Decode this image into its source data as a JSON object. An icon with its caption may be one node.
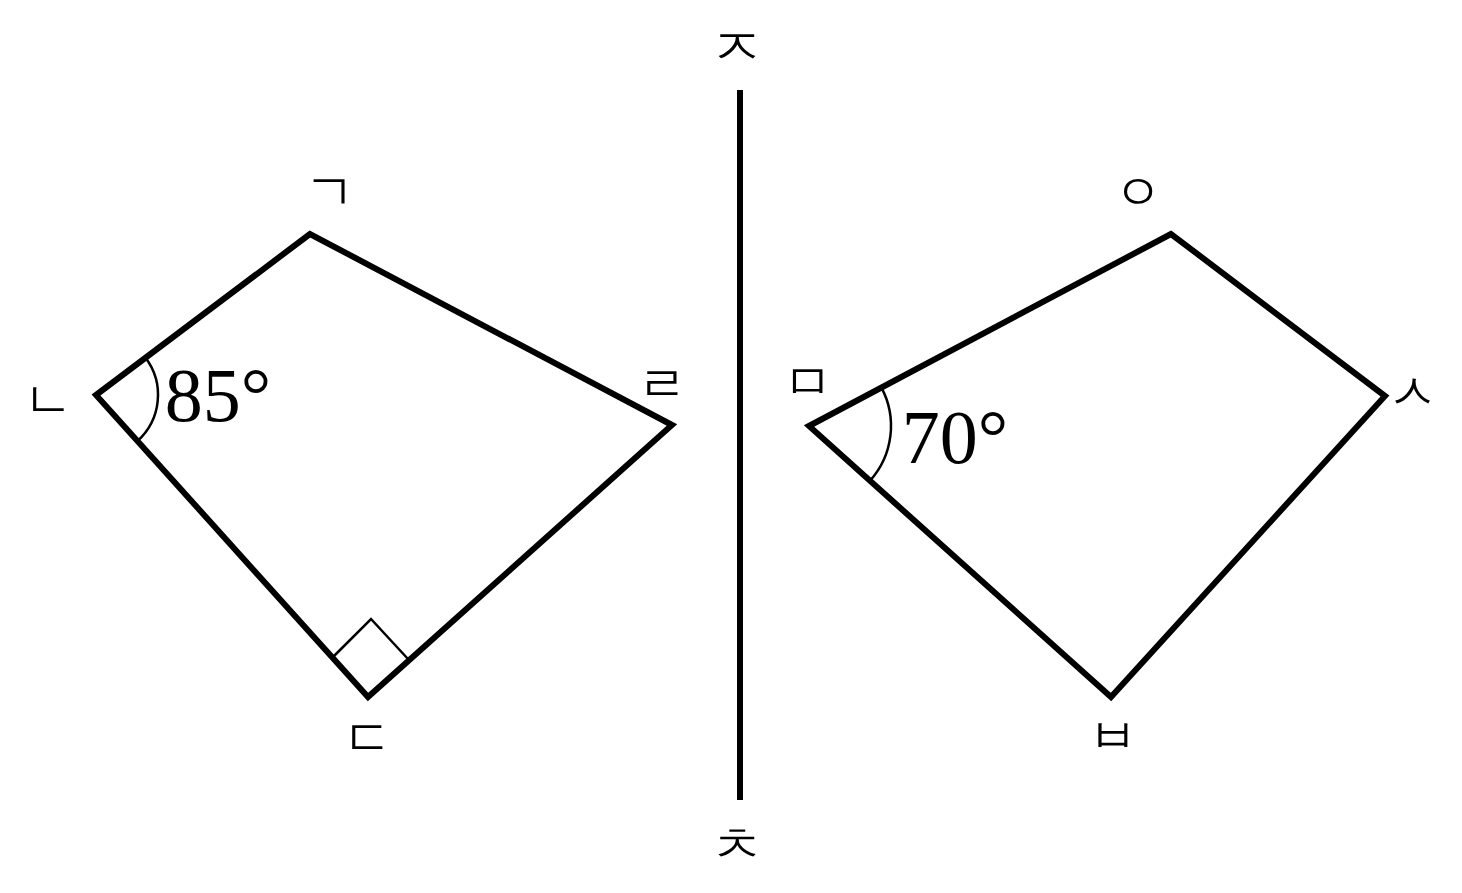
{
  "diagram": {
    "labels": [
      "ㅈ",
      "ㄱ",
      "ㅇ",
      "ㄴ",
      "85°",
      "ㄹ",
      "ㅁ",
      "70°",
      "ㅅ",
      "ㄷ",
      "ㅂ",
      "ㅊ"
    ]
  }
}
